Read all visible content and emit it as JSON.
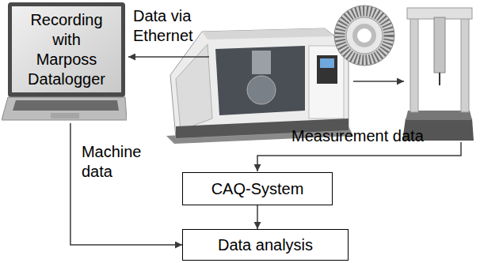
{
  "diagram": {
    "nodes": [
      {
        "text": [
          "Recording with Marposs Datalogger"
        ]
      },
      {
        "text": [
          "CAQ-System"
        ]
      },
      {
        "text": [
          "Data analysis"
        ]
      }
    ],
    "edges": [
      {
        "from": 0,
        "to": 2,
        "label": "Machine data",
        "arrow": "to"
      },
      {
        "from": 1,
        "to": 2,
        "arrow": "to"
      }
    ],
    "labels": [
      "Data via Ethernet",
      "Measurement data"
    ]
  }
}
